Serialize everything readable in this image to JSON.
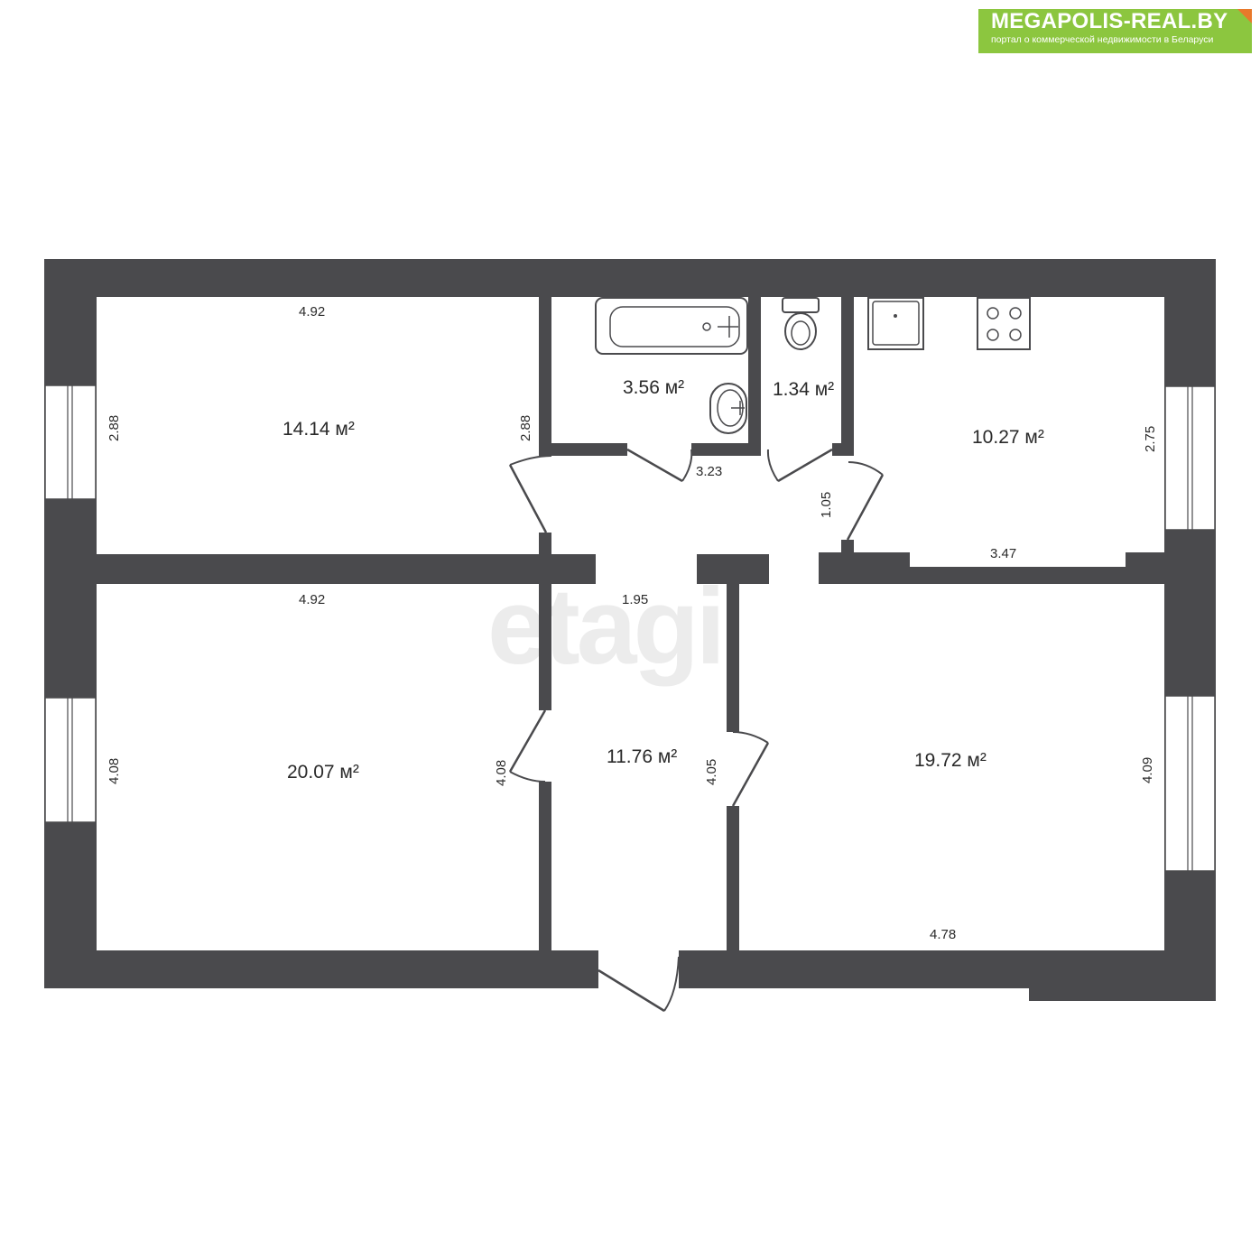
{
  "logo": {
    "title": "MEGAPOLIS-REAL.BY",
    "subtitle": "портал о коммерческой недвижимости в Беларуси",
    "bg_color": "#8cc63f",
    "accent_color": "#e8792b"
  },
  "watermark": {
    "text": "etagi",
    "color": "#ececec"
  },
  "colors": {
    "wall": "#4a4a4d",
    "background": "#ffffff"
  },
  "rooms": [
    {
      "id": "room-top-left",
      "area": "14.14 м²",
      "dims": {
        "top": "4.92",
        "left": "2.88",
        "right": "2.88"
      }
    },
    {
      "id": "bathroom",
      "area": "3.56 м²"
    },
    {
      "id": "toilet",
      "area": "1.34 м²"
    },
    {
      "id": "kitchen",
      "area": "10.27 м²",
      "dims": {
        "right": "2.75",
        "bottom": "3.47"
      }
    },
    {
      "id": "room-bottom-left",
      "area": "20.07 м²",
      "dims": {
        "top": "4.92",
        "left": "4.08",
        "right": "4.08"
      }
    },
    {
      "id": "hallway",
      "area": "11.76 м²",
      "dims": {
        "width": "1.95",
        "right": "4.05",
        "corridor_length": "3.23",
        "corridor_width": "1.05"
      }
    },
    {
      "id": "room-bottom-right",
      "area": "19.72 м²",
      "dims": {
        "bottom": "4.78",
        "right": "4.09"
      }
    }
  ],
  "fixtures": [
    "bathtub-icon",
    "sink-icon",
    "toilet-icon",
    "kitchen-sink-icon",
    "stove-icon"
  ]
}
